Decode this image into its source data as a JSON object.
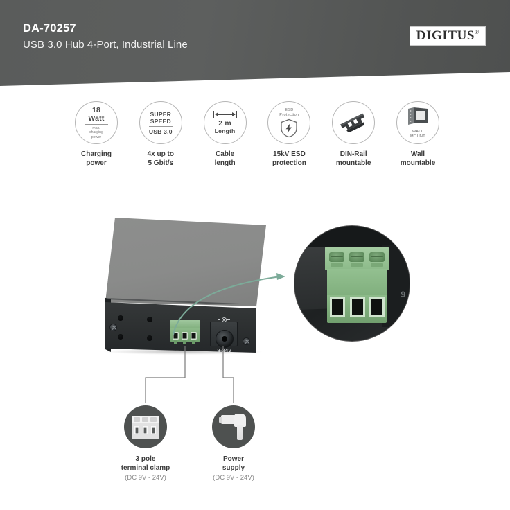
{
  "header": {
    "article_number": "DA-70257",
    "product_title": "USB 3.0 Hub 4-Port, Industrial Line",
    "brand": "DIGITUS",
    "brand_mark": "®"
  },
  "features": [
    {
      "id": "charging-power",
      "badge_line1": "18",
      "badge_line2": "Watt",
      "badge_small1": "max.",
      "badge_small2": "charging",
      "badge_small3": "power",
      "caption_line1": "Charging",
      "caption_line2": "power",
      "icon": "watt-badge-icon"
    },
    {
      "id": "super-speed",
      "badge_line1": "SUPER",
      "badge_line2": "SPEED",
      "badge_small1": "USB 3.0",
      "caption_line1": "4x up to",
      "caption_line2": "5 Gbit/s",
      "icon": "superspeed-badge-icon"
    },
    {
      "id": "cable-length",
      "badge_line1": "2 m",
      "badge_line2": "Length",
      "caption_line1": "Cable",
      "caption_line2": "length",
      "icon": "length-arrow-icon"
    },
    {
      "id": "esd-protection",
      "badge_line1": "ESD",
      "badge_line2": "Protection",
      "caption_line1": "15kV ESD",
      "caption_line2": "protection",
      "icon": "shield-bolt-icon"
    },
    {
      "id": "din-rail",
      "caption_line1": "DIN-Rail",
      "caption_line2": "mountable",
      "icon": "din-rail-icon"
    },
    {
      "id": "wall-mount",
      "badge_small1": "WALL",
      "badge_small2": "MOUNT",
      "caption_line1": "Wall",
      "caption_line2": "mountable",
      "icon": "wall-mount-icon"
    }
  ],
  "product": {
    "dc_jack_label": "9-24V",
    "magnifier_edge_text": "9",
    "zoom_target": "green 3-pole terminal clamp close-up"
  },
  "callouts": [
    {
      "id": "terminal-clamp",
      "line1": "3 pole",
      "line2": "terminal clamp",
      "sub": "(DC 9V - 24V)",
      "icon": "terminal-clamp-icon"
    },
    {
      "id": "power-supply",
      "line1": "Power",
      "line2": "supply",
      "sub": "(DC 9V - 24V)",
      "icon": "power-supply-icon"
    }
  ],
  "colors": {
    "banner": "#57595880",
    "accent_arrow": "#6f9f8e",
    "terminal_green": "#8cba89",
    "callout_circle": "#4e5150",
    "text_dark": "#3c3c3c",
    "text_muted": "#8a8a8a"
  }
}
